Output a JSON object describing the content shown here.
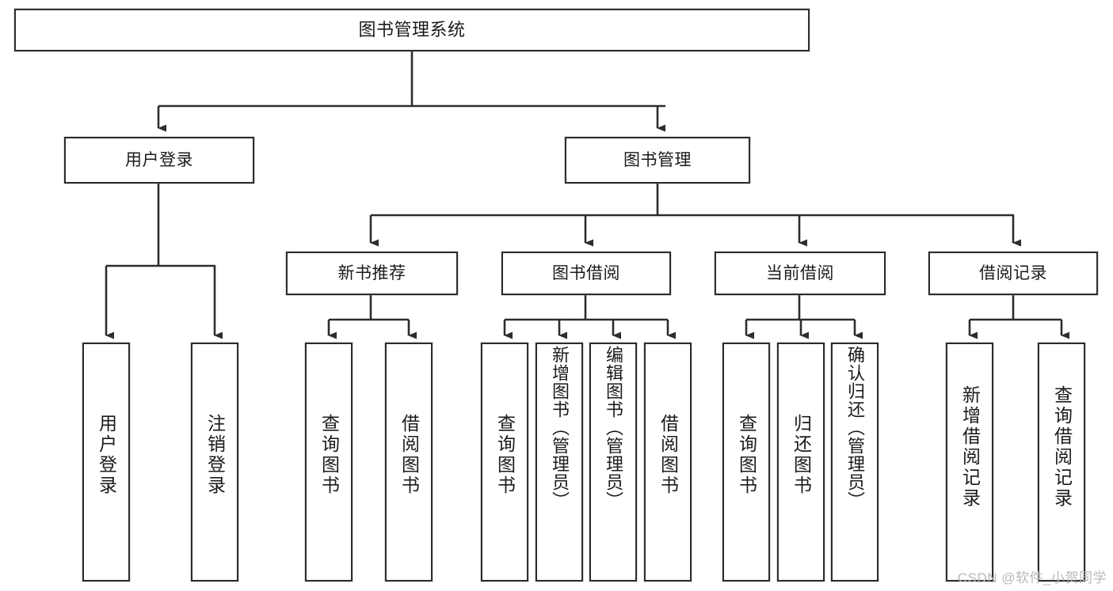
{
  "diagram": {
    "title": "图书管理系统",
    "type": "tree",
    "orientation": "top-down",
    "colors": {
      "border": "#2d2d2d",
      "fill": "#ffffff",
      "text": "#1b1b1b",
      "edge": "#2d2d2d",
      "watermark": "#b9b9b9"
    }
  },
  "watermark": {
    "text": "CSDN @软件_小贺同学"
  },
  "nodes": {
    "root": {
      "label": "图书管理系统"
    },
    "level1": [
      {
        "id": "user-login",
        "label": "用户登录"
      },
      {
        "id": "book-manage",
        "label": "图书管理"
      }
    ],
    "level2": [
      {
        "id": "new-book-recommend",
        "label": "新书推荐"
      },
      {
        "id": "book-borrow",
        "label": "图书借阅"
      },
      {
        "id": "current-borrow",
        "label": "当前借阅"
      },
      {
        "id": "borrow-record",
        "label": "借阅记录"
      }
    ],
    "leaves": {
      "user-login": [
        {
          "id": "leaf-user-login",
          "label": "用户登录"
        },
        {
          "id": "leaf-logout-login",
          "label": "注销登录"
        }
      ],
      "new-book-recommend": [
        {
          "id": "leaf-query-book-1",
          "label": "查询图书"
        },
        {
          "id": "leaf-borrow-book-1",
          "label": "借阅图书"
        }
      ],
      "book-borrow": [
        {
          "id": "leaf-query-book-2",
          "label": "查询图书"
        },
        {
          "id": "leaf-add-book",
          "label": "新增图书（管理员）"
        },
        {
          "id": "leaf-edit-book",
          "label": "编辑图书（管理员）"
        },
        {
          "id": "leaf-borrow-book-2",
          "label": "借阅图书"
        }
      ],
      "current-borrow": [
        {
          "id": "leaf-query-book-3",
          "label": "查询图书"
        },
        {
          "id": "leaf-return-book",
          "label": "归还图书"
        },
        {
          "id": "leaf-confirm-return",
          "label": "确认归还（管理员）"
        }
      ],
      "borrow-record": [
        {
          "id": "leaf-add-record",
          "label": "新增借阅记录"
        },
        {
          "id": "leaf-query-record",
          "label": "查询借阅记录"
        }
      ]
    }
  },
  "edges": [
    {
      "from": "图书管理系统",
      "to": "用户登录"
    },
    {
      "from": "图书管理系统",
      "to": "图书管理"
    },
    {
      "from": "用户登录",
      "to": "用户登录"
    },
    {
      "from": "用户登录",
      "to": "注销登录"
    },
    {
      "from": "图书管理",
      "to": "新书推荐"
    },
    {
      "from": "图书管理",
      "to": "图书借阅"
    },
    {
      "from": "图书管理",
      "to": "当前借阅"
    },
    {
      "from": "图书管理",
      "to": "借阅记录"
    },
    {
      "from": "新书推荐",
      "to": "查询图书"
    },
    {
      "from": "新书推荐",
      "to": "借阅图书"
    },
    {
      "from": "图书借阅",
      "to": "查询图书"
    },
    {
      "from": "图书借阅",
      "to": "新增图书（管理员）"
    },
    {
      "from": "图书借阅",
      "to": "编辑图书（管理员）"
    },
    {
      "from": "图书借阅",
      "to": "借阅图书"
    },
    {
      "from": "当前借阅",
      "to": "查询图书"
    },
    {
      "from": "当前借阅",
      "to": "归还图书"
    },
    {
      "from": "当前借阅",
      "to": "确认归还（管理员）"
    },
    {
      "from": "借阅记录",
      "to": "新增借阅记录"
    },
    {
      "from": "借阅记录",
      "to": "查询借阅记录"
    }
  ]
}
